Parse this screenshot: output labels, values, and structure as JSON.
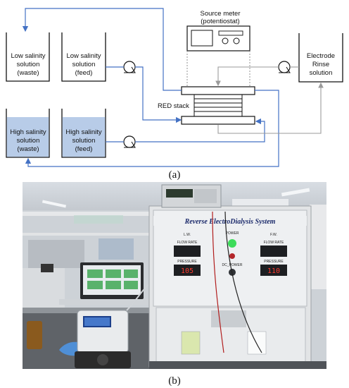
{
  "diagram": {
    "source_meter_line1": "Source meter",
    "source_meter_line2": "(potentiostat)",
    "low_waste": [
      "Low salinity",
      "solution",
      "(waste)"
    ],
    "low_feed": [
      "Low salinity",
      "solution",
      "(feed)"
    ],
    "high_waste": [
      "High salinity",
      "solution",
      "(waste)"
    ],
    "high_feed": [
      "High salinity",
      "solution",
      "(feed)"
    ],
    "electrode": [
      "Electrode",
      "Rinse",
      "solution"
    ],
    "stack_label": "RED stack",
    "caption_a": "(a)",
    "colors": {
      "low_fill": "#ffffff",
      "high_fill": "#b8cce8",
      "flow_line": "#4472c4",
      "rinse_line": "#9a9a9a"
    }
  },
  "photo": {
    "panel_title": "Reverse ElectroDialysis System",
    "left_header": "L.W.",
    "right_header": "F.W.",
    "power_label": "POWER",
    "dc_power_label": "DC_POWER",
    "flow_rate_label": "FLOW RATE",
    "pressure_label": "PRESSURE",
    "left_readout": "105",
    "right_readout": "110",
    "caption_b": "(b)"
  }
}
